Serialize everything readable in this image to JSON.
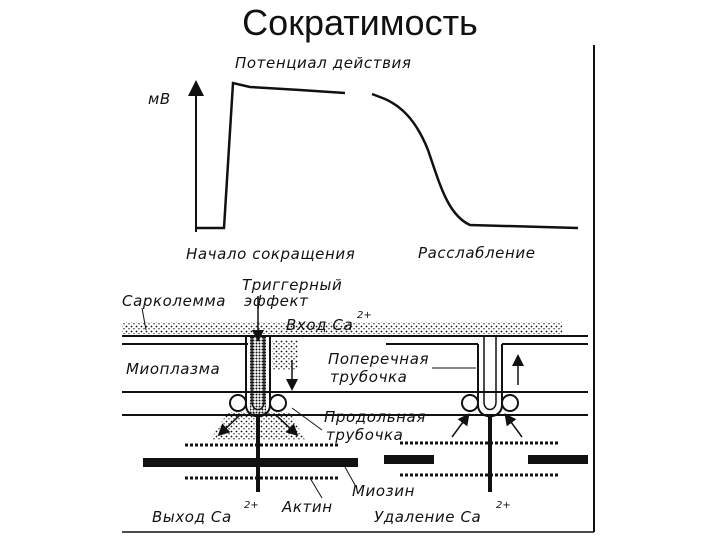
{
  "slide": {
    "title": "Сократимость"
  },
  "graph": {
    "title": "Потенциал действия",
    "y_unit": "мВ",
    "start_label": "Начало сокращения",
    "end_label": "Расслабление"
  },
  "cell": {
    "trigger_line1": "Триггерный",
    "trigger_line2": "эффект",
    "sarcolemma": "Сарколемма",
    "ca_in": "Вход Ca",
    "myoplasm": "Миоплазма",
    "t_tubule_line1": "Поперечная",
    "t_tubule_line2": "трубочка",
    "l_tubule_line1": "Продольная",
    "l_tubule_line2": "трубочка",
    "myosin": "Миозин",
    "ca_out": "Выход Ca",
    "actin": "Актин",
    "ca_removal": "Удаление Ca",
    "charge": "2+"
  },
  "colors": {
    "ink": "#111111",
    "background": "#ffffff"
  }
}
